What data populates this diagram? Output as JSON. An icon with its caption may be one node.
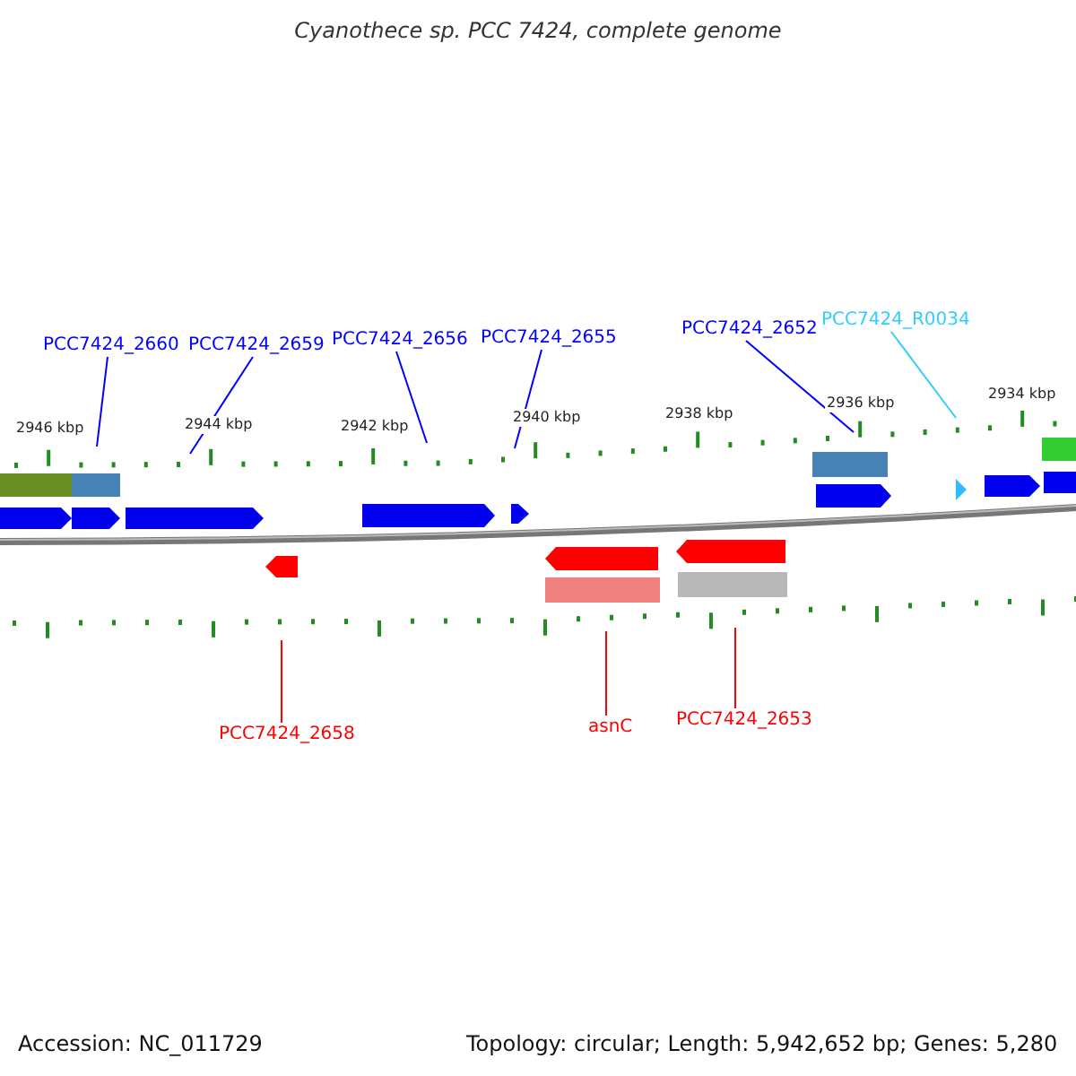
{
  "diagram": {
    "title": "Cyanothece sp. PCC 7424, complete genome",
    "nodes": [
      {
        "text": [
          "PCC7424_2660"
        ]
      },
      {
        "text": [
          "PCC7424_2659"
        ]
      },
      {
        "text": [
          "PCC7424_2656"
        ]
      },
      {
        "text": [
          "PCC7424_2655"
        ]
      },
      {
        "text": [
          "PCC7424_2652"
        ]
      },
      {
        "text": [
          "PCC7424_R0034"
        ]
      },
      {
        "text": [
          "PCC7424_2658"
        ]
      },
      {
        "text": [
          "asnC"
        ]
      },
      {
        "text": [
          "PCC7424_2653"
        ]
      }
    ],
    "edges": [
      {
        "from": 0,
        "to": null,
        "arrow": "none"
      },
      {
        "from": 1,
        "to": null,
        "arrow": "none"
      },
      {
        "from": 2,
        "to": null,
        "arrow": "none"
      },
      {
        "from": 3,
        "to": null,
        "arrow": "none"
      },
      {
        "from": 4,
        "to": null,
        "arrow": "none"
      },
      {
        "from": 5,
        "to": null,
        "arrow": "none",
        "color": "#33ccff"
      },
      {
        "from": 6,
        "to": null,
        "arrow": "none",
        "color": "#ff0000"
      },
      {
        "from": 7,
        "to": null,
        "arrow": "none",
        "color": "#ff0000"
      },
      {
        "from": 8,
        "to": null,
        "arrow": "none",
        "color": "#ff0000"
      }
    ],
    "labels": [
      "2946 kbp",
      "2944 kbp",
      "2942 kbp",
      "2940 kbp",
      "2938 kbp",
      "2936 kbp",
      "2934 kbp",
      "Accession: NC_011729",
      "Topology: circular; Length: 5,942,652 bp; Genes: 5,280"
    ]
  }
}
